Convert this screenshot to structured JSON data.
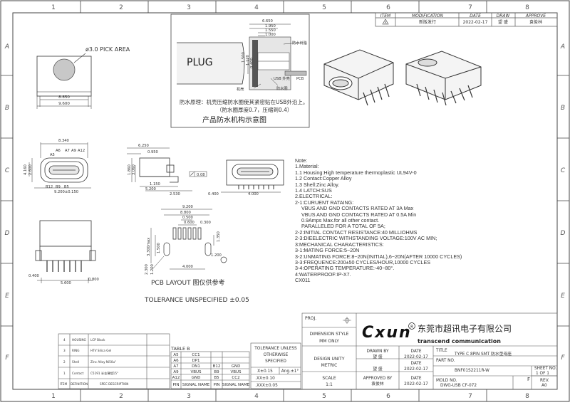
{
  "border": {
    "top_numbers": [
      "1",
      "2",
      "3",
      "4",
      "5",
      "6",
      "7",
      "8"
    ],
    "bottom_numbers": [
      "1",
      "2",
      "3",
      "4",
      "5",
      "6",
      "7",
      "8"
    ],
    "side_letters": [
      "A",
      "B",
      "C",
      "D",
      "E",
      "F"
    ]
  },
  "revision": {
    "headers": [
      "ITEM",
      "MODIFICATION",
      "DATE",
      "DRAW",
      "APPROVE"
    ],
    "row": {
      "item": "A",
      "modification": "新版发行",
      "date": "2022-02-17",
      "draw": "望 盛",
      "approve": "袁俊林"
    }
  },
  "top_view": {
    "pick_area": "ø3.0 PICK AREA",
    "dim_inner": "8.850",
    "dim_outer": "9.600"
  },
  "waterproof": {
    "plug": "PLUG",
    "dims": [
      "6.650",
      "1.950",
      "1.550",
      "1.000"
    ],
    "vert_dims": [
      "1.500",
      "1.120",
      "0.400"
    ],
    "labels": {
      "glue": "防水树脂",
      "usb": "USB 外壳",
      "pcb": "PCB",
      "shell": "机壳",
      "ring": "防水圈"
    },
    "principle_1": "防水原理：机壳压缩防水圈使其紧密贴在USB外沿上。",
    "principle_2": "（防水圈厚度0.7，压缩到0.4）",
    "caption": "产品防水机构示意图"
  },
  "front_view": {
    "top_dim": "8.340",
    "pins_top": [
      "A6",
      "A7",
      "A9",
      "A12"
    ],
    "pins_top2": "A5",
    "pins_bottom": [
      "B12",
      "B9",
      "B5"
    ],
    "left_dims": [
      "4.160",
      "2.600"
    ],
    "bottom_dim": "9.200±0.150"
  },
  "side_view": {
    "dims": [
      "6.250",
      "0.950",
      "1.860",
      "3.060",
      "1.150",
      "5.200",
      "2.530"
    ],
    "flatness": "0.08"
  },
  "end_view": {
    "dims": [
      "0.400",
      "4.000"
    ]
  },
  "pcb_layout": {
    "dims_top": [
      "9.200",
      "8.800",
      "0.500",
      "0.600",
      "0.300"
    ],
    "dims_left": [
      "3.300max",
      "1.500",
      "2.300",
      "1.200"
    ],
    "dims_bottom": [
      "4.000",
      "1.200"
    ],
    "dim_right": "1.350",
    "title": "PCB LAYOUT 图仅供参考"
  },
  "side_bottom": {
    "dims": [
      "0.400",
      "5.600",
      "0.800"
    ]
  },
  "tolerance_note": "TOLERANCE UNSPECIFIED ±0.05",
  "notes": [
    {
      "t": "Note:",
      "i": 0
    },
    {
      "t": "1.Material:",
      "i": 0
    },
    {
      "t": "1.1 Housing:High temperature thermoplastic UL94V-0",
      "i": 0
    },
    {
      "t": "1.2 Contact:Copper Alloy",
      "i": 0
    },
    {
      "t": "1.3 Shell:Zinc Alloy.",
      "i": 0
    },
    {
      "t": "1.4 LATCH:SUS",
      "i": 0
    },
    {
      "t": "2.ELECTRICAL:",
      "i": 0
    },
    {
      "t": "2-1:CURUENT RATAING:",
      "i": 0
    },
    {
      "t": "VBUS AND GND CONTACTS RATED AT 3A Max",
      "i": 1
    },
    {
      "t": "VBUS AND GND CONTACTS RATED AT 0.5A Min",
      "i": 1
    },
    {
      "t": "0.9Amps Max.for all other contact.",
      "i": 1
    },
    {
      "t": "PARALLELED FOR A TOTAL OF 5A;",
      "i": 1
    },
    {
      "t": "2-2:INITIAL CONTACT RESISTANCE:40 MILLIOHMS",
      "i": 0
    },
    {
      "t": "2-3:DIEELECTRIC WITHSTANDING VOLTAGE:100V AC MIN;",
      "i": 0
    },
    {
      "t": "3:MECHANICAL CHARACTERISTICS:",
      "i": 0
    },
    {
      "t": "3-1:MATING FORCE:5~20N",
      "i": 0
    },
    {
      "t": "3-2:UNMATING FORCE:8~20N(INITIAL),6~20N(AFTER 10000 CYCLES)",
      "i": 0
    },
    {
      "t": "3-3:FREQUENCE:200±50 CYCLES/HOUR,10000 CYCLES",
      "i": 0
    },
    {
      "t": "3-4:OPERATING TEMPERATURE:-40~80°.",
      "i": 0
    },
    {
      "t": "4:WATERPROOF:IP-X7.",
      "i": 0
    },
    {
      "t": "CX011",
      "i": 0
    }
  ],
  "bom": {
    "rows": [
      {
        "no": "4",
        "item": "HOUSING",
        "spec": "LCP Black"
      },
      {
        "no": "3",
        "item": "RING",
        "spec": "HTV Silica Gel"
      },
      {
        "no": "2",
        "item": "Shell",
        "spec": "Zinc Alloy Ni50u\""
      },
      {
        "no": "1",
        "item": "Contact",
        "spec": "C5191 半金薄镀15\""
      }
    ],
    "footer": [
      "ITEM",
      "DEFINITION",
      "SPEC DESCRIPTION"
    ]
  },
  "table_b": {
    "title": "TABLE B",
    "rows": [
      [
        "A5",
        "CC1",
        "",
        ""
      ],
      [
        "A6",
        "DP1",
        "",
        ""
      ],
      [
        "A7",
        "DN1",
        "B12",
        "GND"
      ],
      [
        "A9",
        "VBUS",
        "B9",
        "VBUS"
      ],
      [
        "A12",
        "GND",
        "B5",
        "CC2"
      ]
    ],
    "headers": [
      "PIN",
      "SIGNAL NAME",
      "PIN",
      "SIGNAL NAME"
    ]
  },
  "tol_block": {
    "title": [
      "TOLERANCE UNLESS",
      "OTHERWISE",
      "SPECIFIED"
    ],
    "x_dec": "X±0.15",
    "angle": "Ang.±1°",
    "xx_dec": ".XX±0.10",
    "xxx_dec": ".XXX±0.05"
  },
  "title_block": {
    "proj": "PROJ.",
    "dim_style": [
      "DIMENSION STYLE",
      "MM ONLY"
    ],
    "design_unity": [
      "DESIGN UNITY",
      "METRIC"
    ],
    "scale_label": "SCALE",
    "scale": "1:1",
    "logo": "Cxun",
    "company_cn": "东莞市超讯电子有限公司",
    "company_en": "transcend communication",
    "drawn_by": "DRAWN BY",
    "drawn_name": "望 盛",
    "date_label": "DATE",
    "drawn_date": "2022-02-17",
    "checked_name": "望 盛",
    "checked_date": "2022-02-17",
    "approved_by": "APPROVED BY",
    "approved_name": "袁俊林",
    "approved_date": "2022-02-17",
    "title_label": "TITLE",
    "title": "TYPE C 8PIN SMT 防水型母座",
    "part_label": "PART NO.",
    "part_no": "BNF01S2211R-W",
    "sheet_label": "SHEET NO.",
    "sheet": "1 OF 1",
    "mold_label": "MOLD NO.",
    "mold_no": "DWG-USB CF-072",
    "rev_label": "REV.",
    "rev": "A0"
  }
}
